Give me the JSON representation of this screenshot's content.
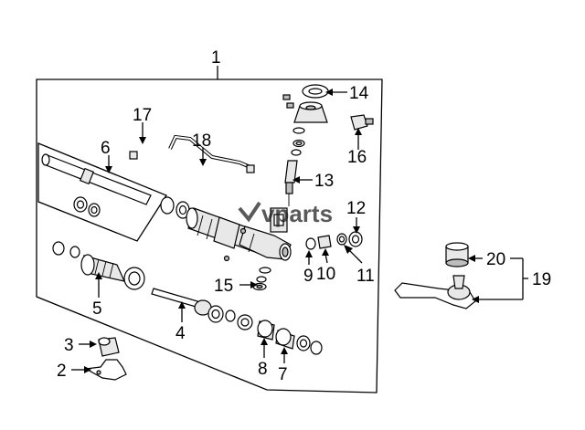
{
  "watermark": {
    "brand": "vparts"
  },
  "callouts": [
    {
      "id": "1",
      "label": "1"
    },
    {
      "id": "2",
      "label": "2"
    },
    {
      "id": "3",
      "label": "3"
    },
    {
      "id": "4",
      "label": "4"
    },
    {
      "id": "5",
      "label": "5"
    },
    {
      "id": "6",
      "label": "6"
    },
    {
      "id": "7",
      "label": "7"
    },
    {
      "id": "8",
      "label": "8"
    },
    {
      "id": "9",
      "label": "9"
    },
    {
      "id": "10",
      "label": "10"
    },
    {
      "id": "11",
      "label": "11"
    },
    {
      "id": "12",
      "label": "12"
    },
    {
      "id": "13",
      "label": "13"
    },
    {
      "id": "14",
      "label": "14"
    },
    {
      "id": "15",
      "label": "15"
    },
    {
      "id": "16",
      "label": "16"
    },
    {
      "id": "17",
      "label": "17"
    },
    {
      "id": "18",
      "label": "18"
    },
    {
      "id": "19",
      "label": "19"
    },
    {
      "id": "20",
      "label": "20"
    }
  ]
}
